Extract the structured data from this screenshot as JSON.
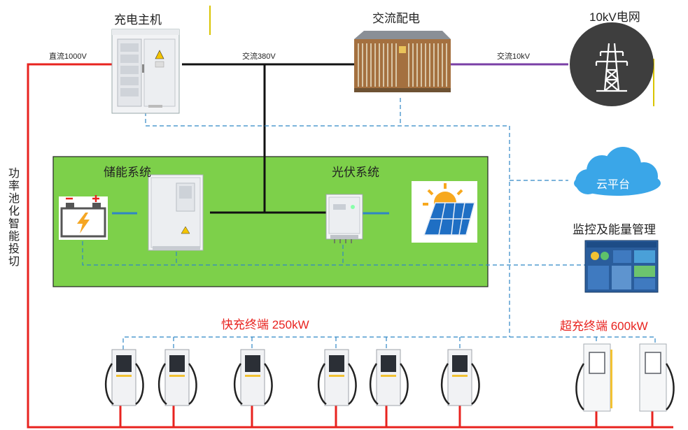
{
  "nodes": {
    "charger_host": "充电主机",
    "ac_distribution": "交流配电",
    "grid": "10kV电网",
    "storage": "储能系统",
    "pv": "光伏系统",
    "cloud": "云平台",
    "monitor": "监控及能量管理"
  },
  "lines": {
    "dc": "直流1000V",
    "ac380": "交流380V",
    "ac10k": "交流10kV"
  },
  "side_label": "功率池化智能投切",
  "terminals": {
    "fast": "快充终端 250kW",
    "super": "超充终端 600kW"
  },
  "colors": {
    "power_red": "#e8231f",
    "ac_black": "#111111",
    "mv_purple": "#7a3fa6",
    "comm_blue": "#2f86c5",
    "green_panel": "#7dd04a",
    "cloud": "#3aa6e8"
  }
}
